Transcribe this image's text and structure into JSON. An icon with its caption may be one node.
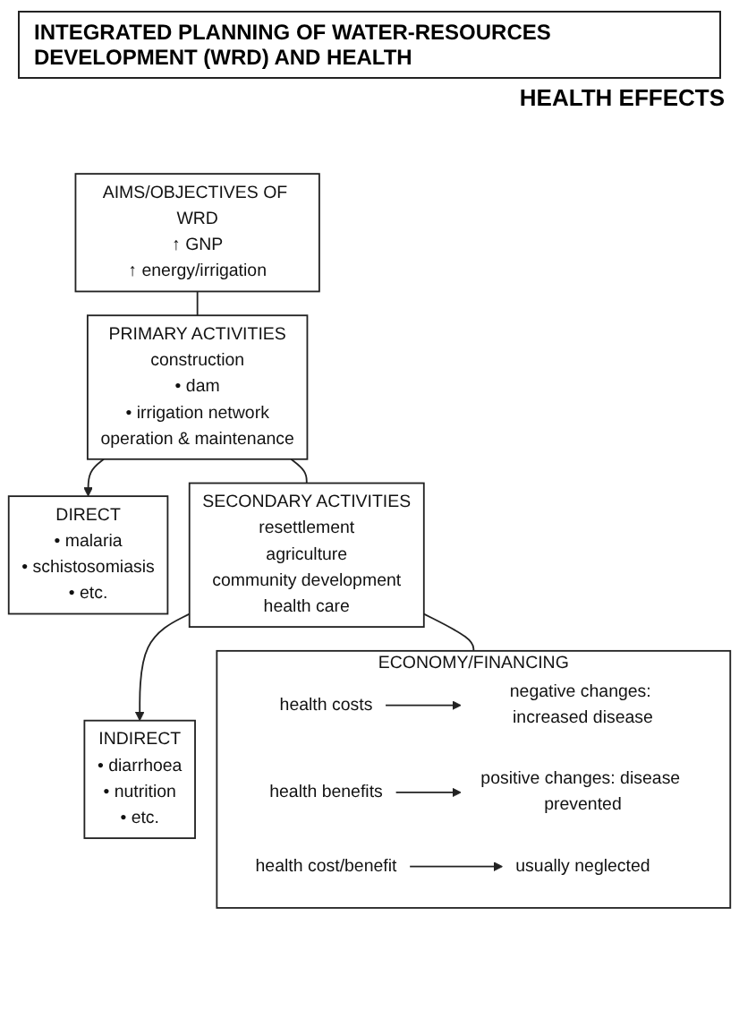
{
  "diagram": {
    "title": "INTEGRATED PLANNING OF WATER-RESOURCES DEVELOPMENT (WRD) AND HEALTH",
    "nodes": [
      {
        "text": [
          "AIMS/OBJECTIVES OF WRD",
          "↑ GNP",
          "↑ energy/irrigation"
        ]
      },
      {
        "text": [
          "PRIMARY ACTIVITIES",
          "construction",
          "• dam",
          "• irrigation network",
          "operation & maintenance"
        ]
      },
      {
        "text": [
          "DIRECT",
          "• malaria",
          "• schistosomiasis",
          "• etc."
        ]
      },
      {
        "text": [
          "SECONDARY ACTIVITIES",
          "resettlement",
          "agriculture",
          "community development",
          "health care"
        ]
      },
      {
        "text": [
          "INDIRECT",
          "• diarrhoea",
          "• nutrition",
          "• etc."
        ]
      },
      {
        "text": [
          "ECONOMY/FINANCING"
        ]
      },
      {
        "text": [
          "health costs"
        ],
        "in": 5
      },
      {
        "text": [
          "negative changes: increased disease"
        ],
        "in": 5
      },
      {
        "text": [
          "health benefits"
        ],
        "in": 5
      },
      {
        "text": [
          "positive changes: disease prevented"
        ],
        "in": 5
      },
      {
        "text": [
          "health cost/benefit"
        ],
        "in": 5
      },
      {
        "text": [
          "usually neglected"
        ],
        "in": 5
      }
    ],
    "edges": [
      {
        "from": 0,
        "to": 1,
        "arrow": "none"
      },
      {
        "from": 1,
        "to": 2,
        "arrow": "to"
      },
      {
        "from": 1,
        "to": 3,
        "arrow": "none"
      },
      {
        "from": 3,
        "to": 4,
        "arrow": "to"
      },
      {
        "from": 3,
        "to": 5,
        "arrow": "none"
      },
      {
        "from": 6,
        "to": 7,
        "arrow": "to"
      },
      {
        "from": 8,
        "to": 9,
        "arrow": "to"
      },
      {
        "from": 10,
        "to": 11,
        "arrow": "to"
      }
    ],
    "labels": [
      "HEALTH EFFECTS"
    ]
  }
}
